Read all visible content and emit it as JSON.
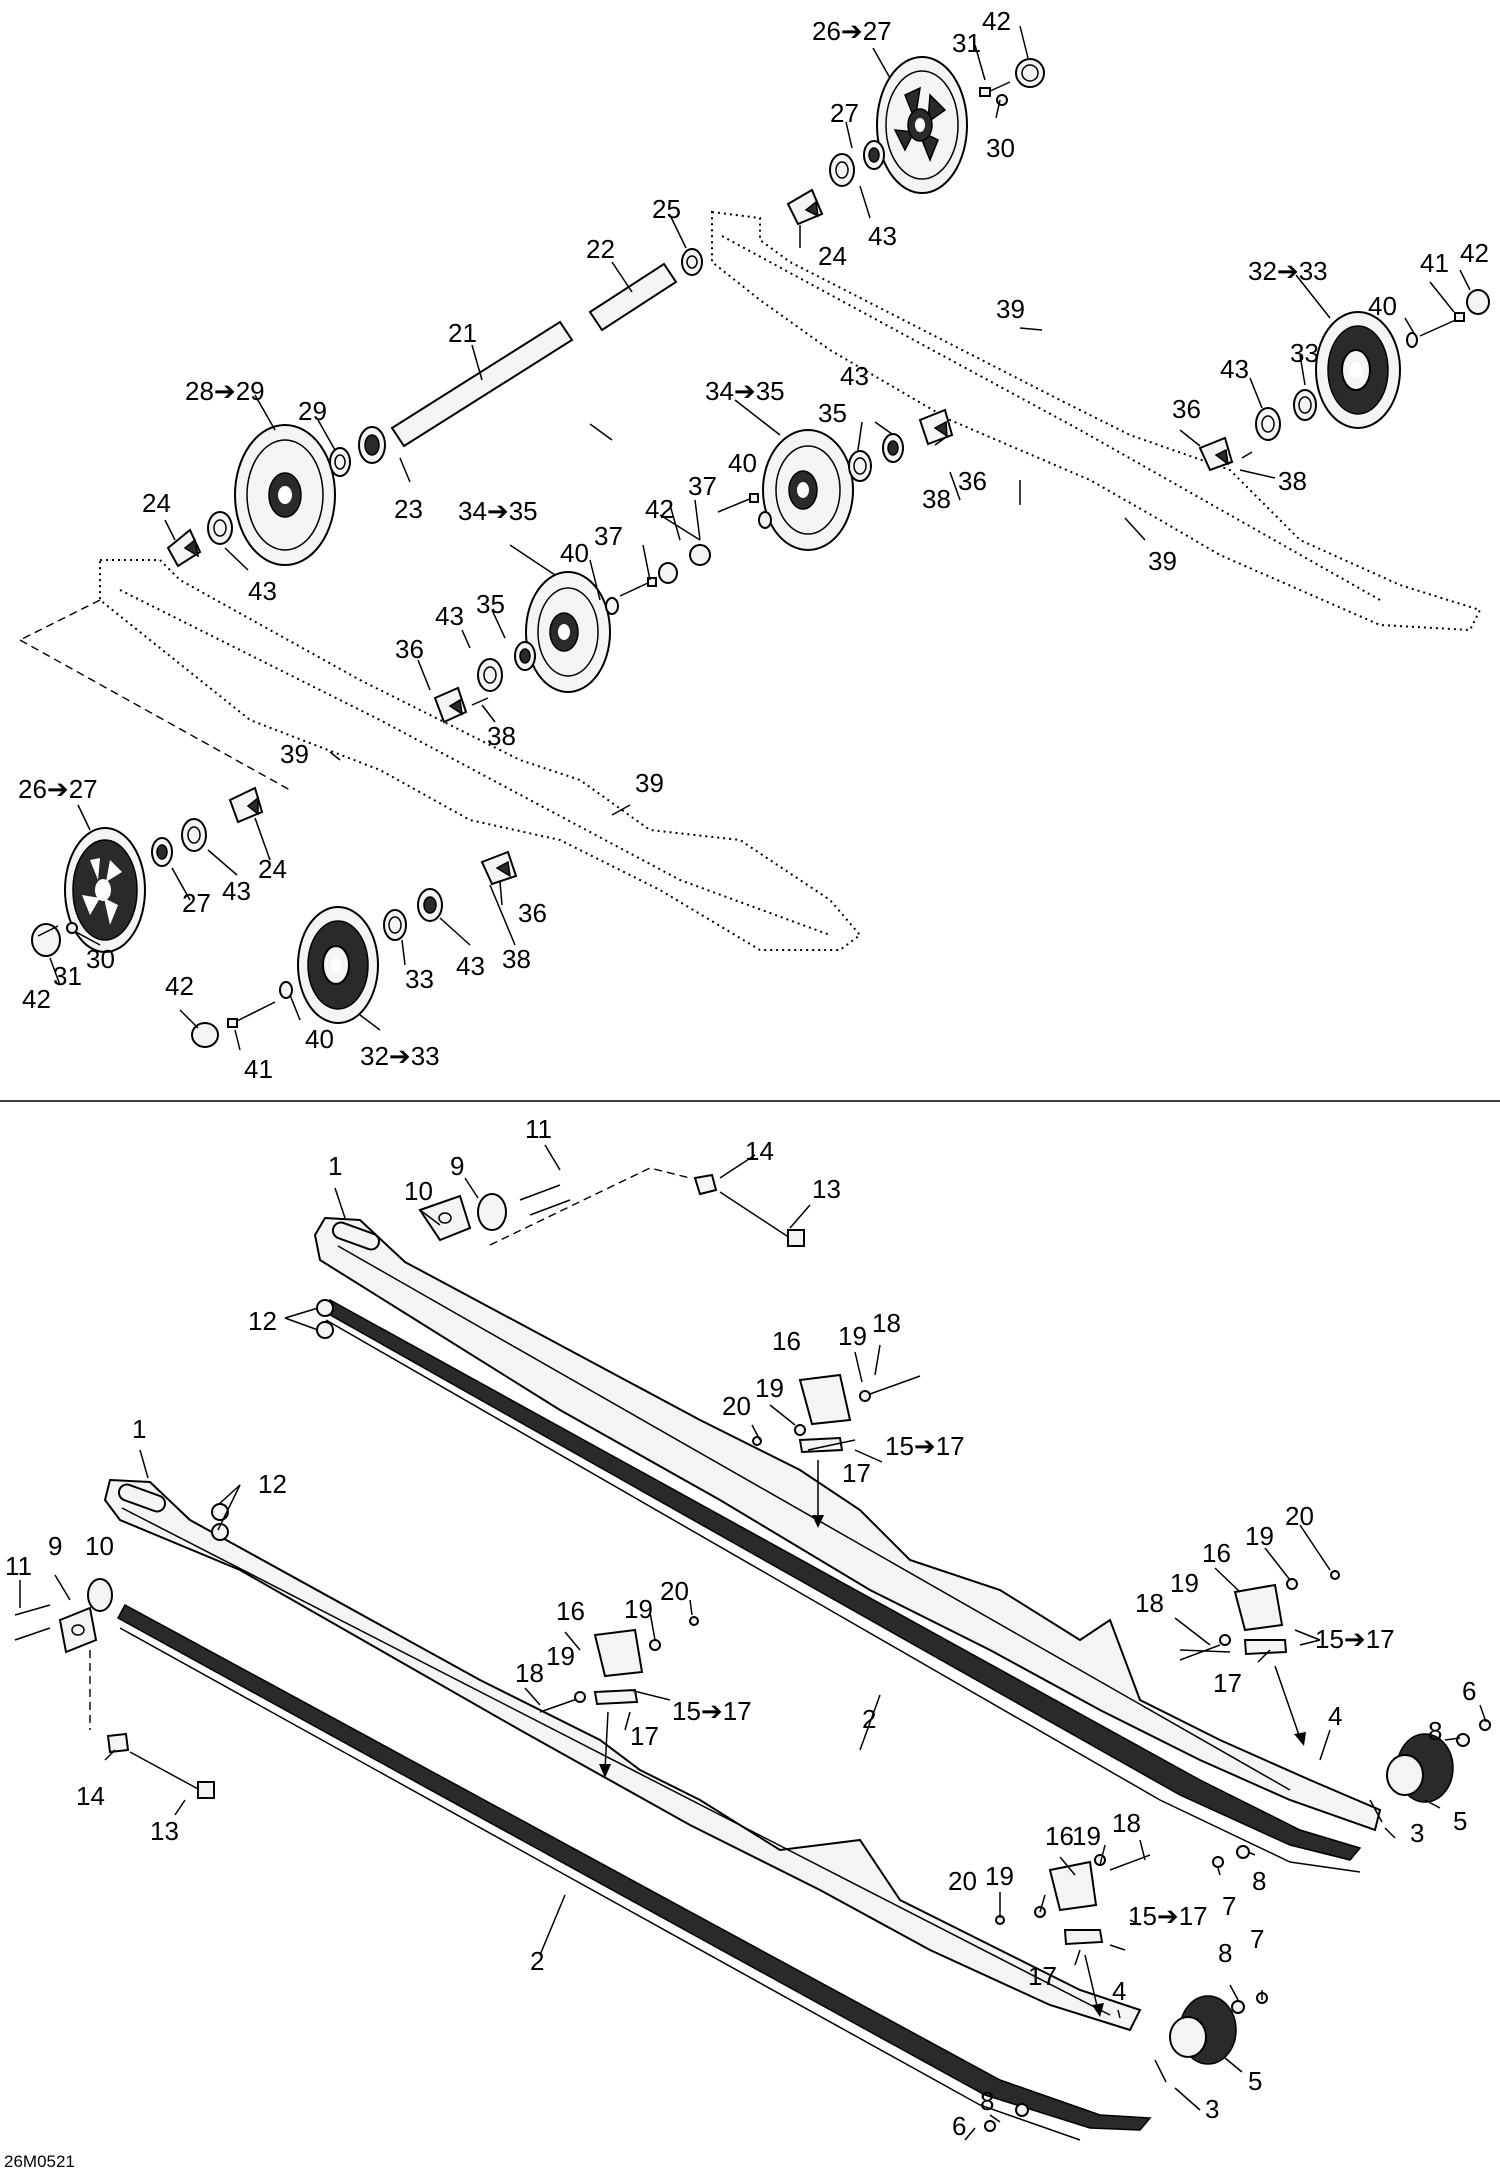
{
  "figure_code": "26M0521",
  "arrow_glyph": "➔",
  "labels": {
    "top": [
      {
        "id": "t1",
        "text": "26➔27"
      },
      {
        "id": "t2",
        "text": "42"
      },
      {
        "id": "t3",
        "text": "31"
      },
      {
        "id": "t4",
        "text": "27"
      },
      {
        "id": "t5",
        "text": "30"
      },
      {
        "id": "t6",
        "text": "25"
      },
      {
        "id": "t7",
        "text": "43"
      },
      {
        "id": "t8",
        "text": "24"
      },
      {
        "id": "t9",
        "text": "22"
      },
      {
        "id": "t10",
        "text": "32➔33"
      },
      {
        "id": "t11",
        "text": "42"
      },
      {
        "id": "t12",
        "text": "41"
      },
      {
        "id": "t13",
        "text": "39"
      },
      {
        "id": "t14",
        "text": "40"
      },
      {
        "id": "t15",
        "text": "21"
      },
      {
        "id": "t16",
        "text": "33"
      },
      {
        "id": "t17",
        "text": "43"
      },
      {
        "id": "t18",
        "text": "28➔29"
      },
      {
        "id": "t19",
        "text": "34➔35"
      },
      {
        "id": "t20",
        "text": "43"
      },
      {
        "id": "t21",
        "text": "29"
      },
      {
        "id": "t22",
        "text": "35"
      },
      {
        "id": "t23",
        "text": "36"
      },
      {
        "id": "t24",
        "text": "23"
      },
      {
        "id": "t25",
        "text": "40"
      },
      {
        "id": "t26",
        "text": "37"
      },
      {
        "id": "t27",
        "text": "38"
      },
      {
        "id": "t28",
        "text": "36"
      },
      {
        "id": "t29",
        "text": "38"
      },
      {
        "id": "t30",
        "text": "24"
      },
      {
        "id": "t31",
        "text": "42"
      },
      {
        "id": "t32",
        "text": "34➔35"
      },
      {
        "id": "t33",
        "text": "39"
      },
      {
        "id": "t34",
        "text": "43"
      },
      {
        "id": "t35",
        "text": "40"
      },
      {
        "id": "t36",
        "text": "37"
      },
      {
        "id": "t37",
        "text": "43"
      },
      {
        "id": "t38",
        "text": "35"
      },
      {
        "id": "t39",
        "text": "36"
      },
      {
        "id": "t40",
        "text": "38"
      },
      {
        "id": "t41",
        "text": "39"
      },
      {
        "id": "t42",
        "text": "26➔27"
      },
      {
        "id": "t43",
        "text": "39"
      },
      {
        "id": "t44",
        "text": "24"
      },
      {
        "id": "t45",
        "text": "27"
      },
      {
        "id": "t46",
        "text": "43"
      },
      {
        "id": "t47",
        "text": "36"
      },
      {
        "id": "t48",
        "text": "30"
      },
      {
        "id": "t49",
        "text": "33"
      },
      {
        "id": "t50",
        "text": "43"
      },
      {
        "id": "t51",
        "text": "38"
      },
      {
        "id": "t52",
        "text": "42"
      },
      {
        "id": "t53",
        "text": "31"
      },
      {
        "id": "t54",
        "text": "42"
      },
      {
        "id": "t55",
        "text": "40"
      },
      {
        "id": "t56",
        "text": "41"
      },
      {
        "id": "t57",
        "text": "32➔33"
      }
    ],
    "bottom": [
      {
        "id": "b1",
        "text": "11"
      },
      {
        "id": "b2",
        "text": "14"
      },
      {
        "id": "b3",
        "text": "1"
      },
      {
        "id": "b4",
        "text": "9"
      },
      {
        "id": "b5",
        "text": "13"
      },
      {
        "id": "b6",
        "text": "10"
      },
      {
        "id": "b7",
        "text": "12"
      },
      {
        "id": "b8",
        "text": "16"
      },
      {
        "id": "b9",
        "text": "19"
      },
      {
        "id": "b10",
        "text": "18"
      },
      {
        "id": "b11",
        "text": "20"
      },
      {
        "id": "b12",
        "text": "19"
      },
      {
        "id": "b13",
        "text": "15➔17"
      },
      {
        "id": "b14",
        "text": "17"
      },
      {
        "id": "b15",
        "text": "1"
      },
      {
        "id": "b16",
        "text": "12"
      },
      {
        "id": "b17",
        "text": "19"
      },
      {
        "id": "b18",
        "text": "20"
      },
      {
        "id": "b19",
        "text": "16"
      },
      {
        "id": "b20",
        "text": "10"
      },
      {
        "id": "b21",
        "text": "9"
      },
      {
        "id": "b22",
        "text": "11"
      },
      {
        "id": "b23",
        "text": "18"
      },
      {
        "id": "b24",
        "text": "19"
      },
      {
        "id": "b25",
        "text": "15➔17"
      },
      {
        "id": "b26",
        "text": "17"
      },
      {
        "id": "b27",
        "text": "16"
      },
      {
        "id": "b28",
        "text": "19"
      },
      {
        "id": "b29",
        "text": "20"
      },
      {
        "id": "b30",
        "text": "18"
      },
      {
        "id": "b31",
        "text": "19"
      },
      {
        "id": "b32",
        "text": "15➔17"
      },
      {
        "id": "b33",
        "text": "17"
      },
      {
        "id": "b34",
        "text": "8"
      },
      {
        "id": "b35",
        "text": "6"
      },
      {
        "id": "b36",
        "text": "4"
      },
      {
        "id": "b37",
        "text": "2"
      },
      {
        "id": "b38",
        "text": "14"
      },
      {
        "id": "b39",
        "text": "13"
      },
      {
        "id": "b40",
        "text": "3"
      },
      {
        "id": "b41",
        "text": "5"
      },
      {
        "id": "b42",
        "text": "16"
      },
      {
        "id": "b43",
        "text": "19"
      },
      {
        "id": "b44",
        "text": "18"
      },
      {
        "id": "b45",
        "text": "8"
      },
      {
        "id": "b46",
        "text": "20"
      },
      {
        "id": "b47",
        "text": "19"
      },
      {
        "id": "b48",
        "text": "7"
      },
      {
        "id": "b49",
        "text": "15➔17"
      },
      {
        "id": "b50",
        "text": "7"
      },
      {
        "id": "b51",
        "text": "8"
      },
      {
        "id": "b52",
        "text": "17"
      },
      {
        "id": "b53",
        "text": "4"
      },
      {
        "id": "b54",
        "text": "2"
      },
      {
        "id": "b55",
        "text": "5"
      },
      {
        "id": "b56",
        "text": "3"
      },
      {
        "id": "b57",
        "text": "8"
      },
      {
        "id": "b58",
        "text": "6"
      }
    ]
  }
}
